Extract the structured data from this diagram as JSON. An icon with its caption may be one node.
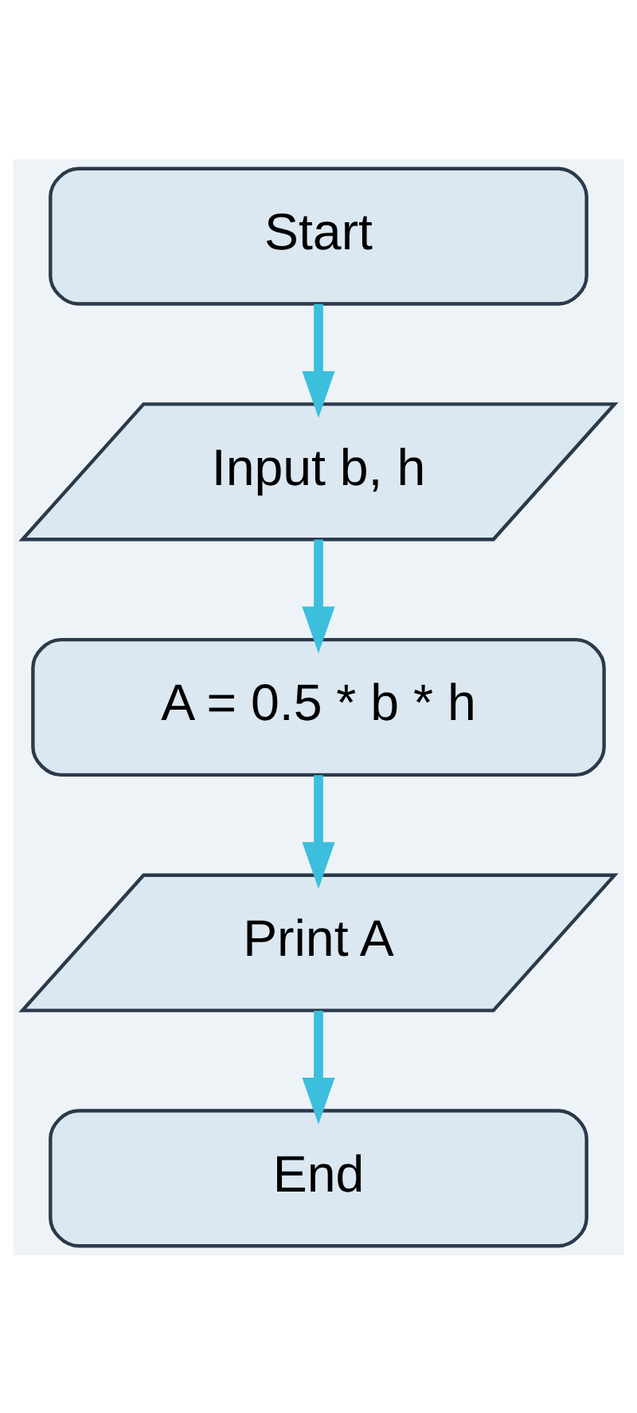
{
  "diagram": {
    "nodes": [
      {
        "text": [
          "Start"
        ]
      },
      {
        "text": [
          "Input b, h"
        ]
      },
      {
        "text": [
          "A = 0.5 * b * h"
        ]
      },
      {
        "text": [
          "Print A"
        ]
      },
      {
        "text": [
          "End"
        ]
      }
    ],
    "edges": [
      {
        "from": 0,
        "to": 1,
        "arrow": "to"
      },
      {
        "from": 1,
        "to": 2,
        "arrow": "to"
      },
      {
        "from": 2,
        "to": 3,
        "arrow": "to"
      },
      {
        "from": 3,
        "to": 4,
        "arrow": "to"
      }
    ]
  }
}
